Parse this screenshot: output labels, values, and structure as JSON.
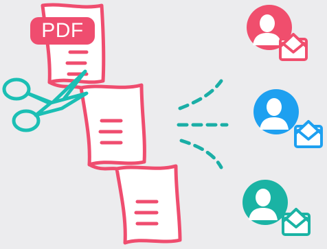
{
  "badge": {
    "text": "PDF"
  },
  "colors": {
    "background": "#ececee",
    "document_pink": "#ef4d6f",
    "scissors_teal": "#1bbfb4",
    "arrows_teal": "#1aaea6",
    "recipient_1": "#f04e6d",
    "recipient_2": "#1ea0f0",
    "recipient_3": "#1ab3a4"
  },
  "icons": {
    "scissors": "scissors-icon",
    "document": "document-strip-icon",
    "split_arrows": "split-arrows-icon",
    "recipient": "user-avatar-icon",
    "envelope": "envelope-open-icon"
  },
  "recipients": [
    {
      "color_key": "recipient_1"
    },
    {
      "color_key": "recipient_2"
    },
    {
      "color_key": "recipient_3"
    }
  ]
}
